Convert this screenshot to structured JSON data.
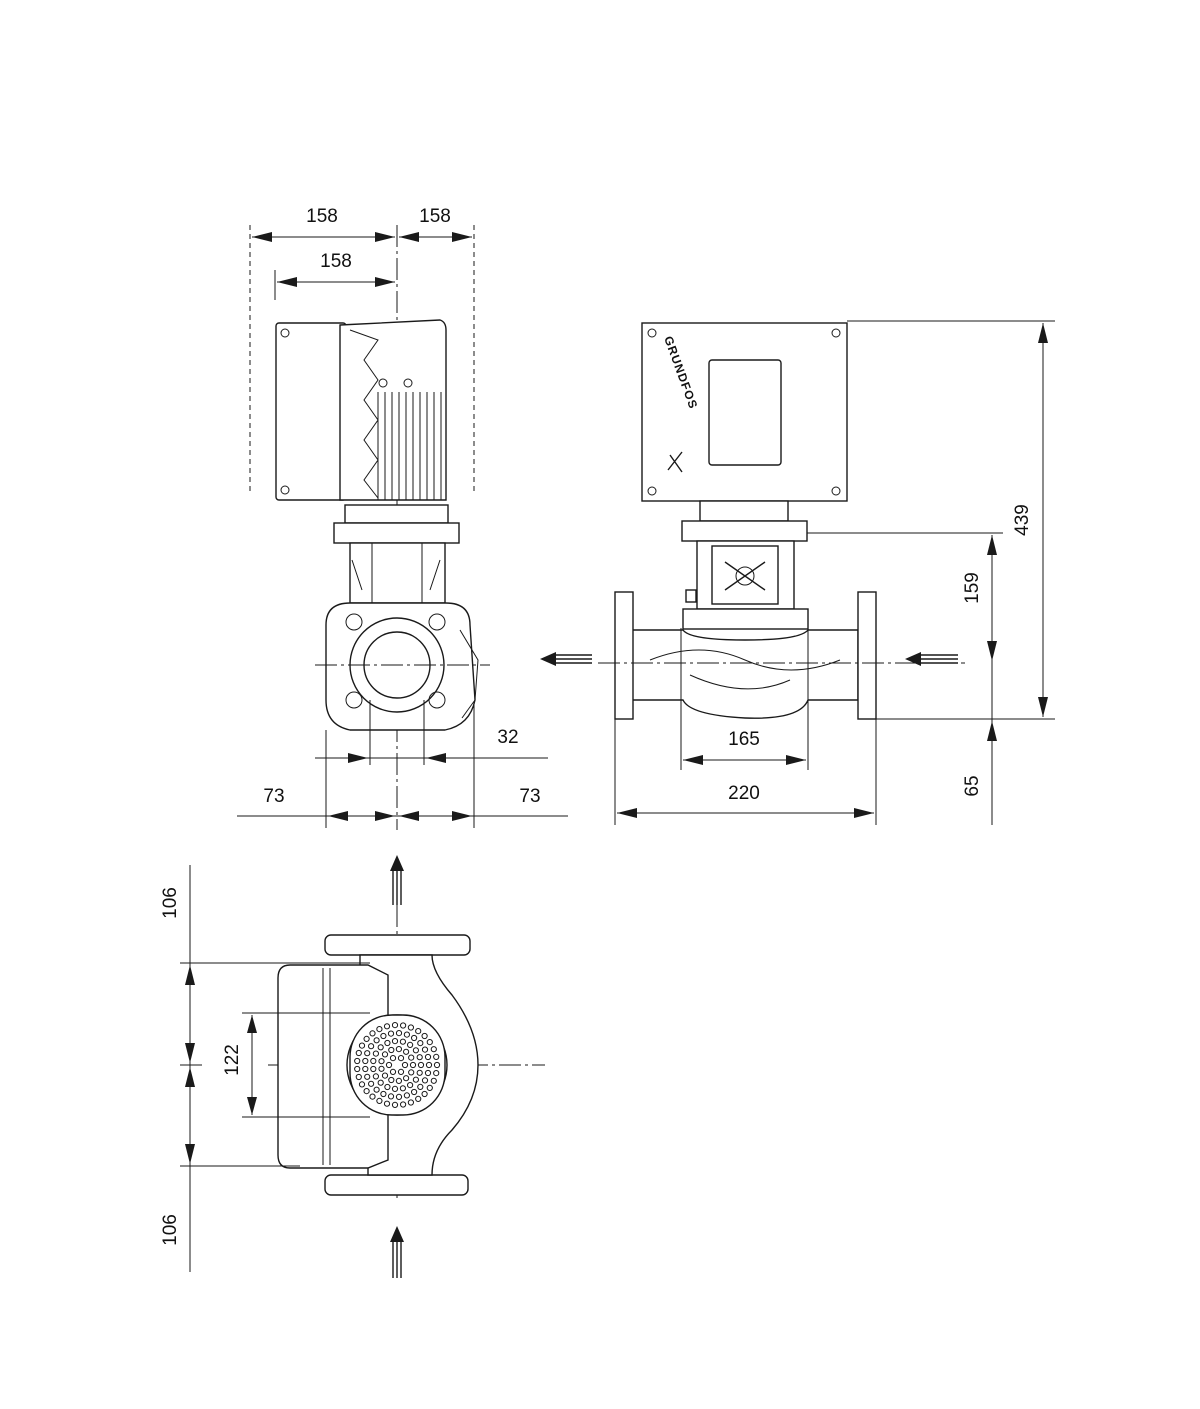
{
  "brand": {
    "name": "GRUNDFOS"
  },
  "views": {
    "side": {
      "dims": {
        "top_left": "158",
        "top_right": "158",
        "top_inner": "158",
        "flange_offset": "32",
        "base_left": "73",
        "base_right": "73"
      }
    },
    "front": {
      "dims": {
        "height_total": "439",
        "height_port": "159",
        "height_base": "65",
        "port_width": "165",
        "length_total": "220"
      }
    },
    "top": {
      "dims": {
        "upper": "106",
        "lower": "106",
        "motor": "122"
      }
    }
  },
  "colors": {
    "line": "#1a1a1a",
    "background": "#ffffff"
  }
}
